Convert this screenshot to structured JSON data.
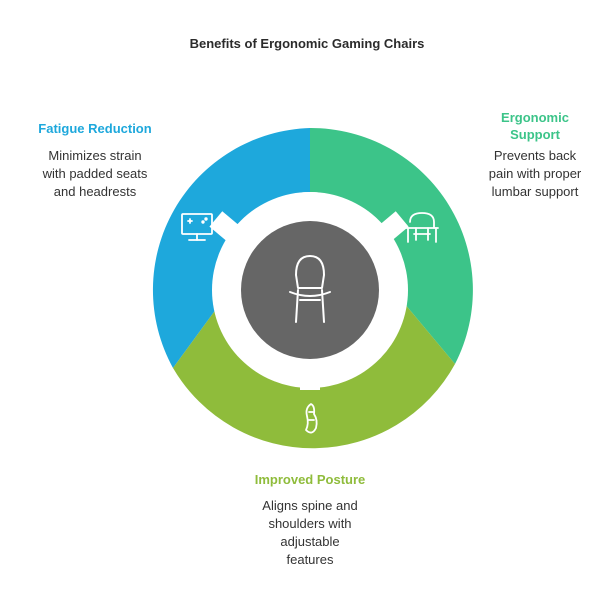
{
  "title": "Benefits of Ergonomic Gaming Chairs",
  "colors": {
    "blue": "#1ea8dc",
    "green": "#3cc489",
    "olive": "#8fbc3b",
    "center": "#666666",
    "white": "#ffffff"
  },
  "sections": [
    {
      "heading": "Fatigue Reduction",
      "lines": [
        "Minimizes strain",
        "with padded seats",
        "and headrests"
      ],
      "icon": "monitor-icon"
    },
    {
      "heading_lines": [
        "Ergonomic",
        "Support"
      ],
      "lines": [
        "Prevents back",
        "pain with proper",
        "lumbar support"
      ],
      "icon": "desk-chair-icon"
    },
    {
      "heading": "Improved Posture",
      "lines": [
        "Aligns spine and",
        "shoulders with",
        "adjustable",
        "features"
      ],
      "icon": "spine-icon"
    }
  ],
  "center_icon": "chair-icon"
}
